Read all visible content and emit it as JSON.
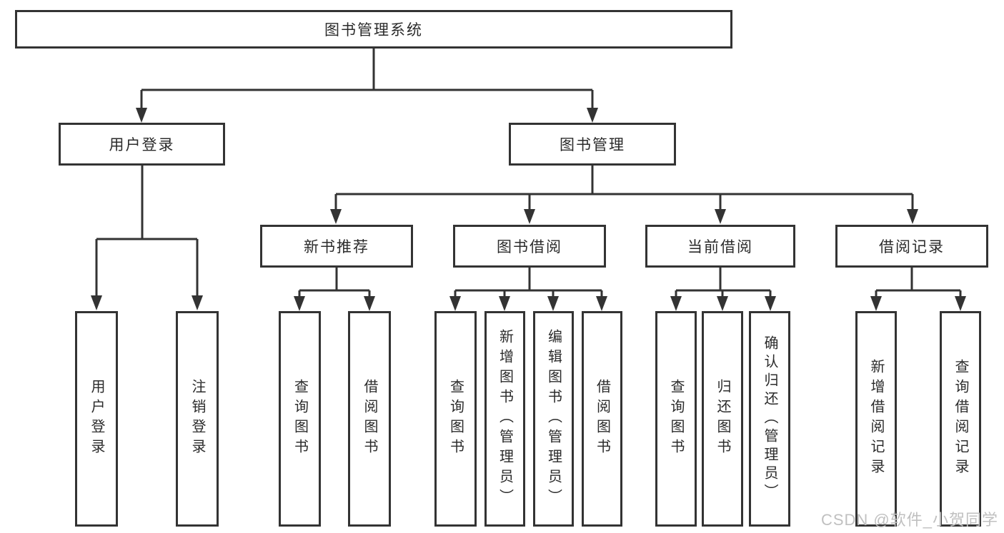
{
  "diagram": {
    "title": "图书管理系统",
    "nodes": {
      "root": "图书管理系统",
      "l2_user_login": "用户登录",
      "l2_book_mgmt": "图书管理",
      "l3_new_book": "新书推荐",
      "l3_borrow": "图书借阅",
      "l3_current": "当前借阅",
      "l3_records": "借阅记录",
      "leaf_login": "用户登录",
      "leaf_logout": "注销登录",
      "leaf_nb_query": "查询图书",
      "leaf_nb_borrow": "借阅图书",
      "leaf_bw_query": "查询图书",
      "leaf_bw_add": "新增图书（管理员）",
      "leaf_bw_edit": "编辑图书（管理员）",
      "leaf_bw_borrow": "借阅图书",
      "leaf_cur_query": "查询图书",
      "leaf_cur_return": "归还图书",
      "leaf_cur_confirm": "确认归还（管理员）",
      "leaf_rec_add": "新增借阅记录",
      "leaf_rec_query": "查询借阅记录"
    },
    "hierarchy": {
      "图书管理系统": {
        "用户登录": [
          "用户登录",
          "注销登录"
        ],
        "图书管理": {
          "新书推荐": [
            "查询图书",
            "借阅图书"
          ],
          "图书借阅": [
            "查询图书",
            "新增图书（管理员）",
            "编辑图书（管理员）",
            "借阅图书"
          ],
          "当前借阅": [
            "查询图书",
            "归还图书",
            "确认归还（管理员）"
          ],
          "借阅记录": [
            "新增借阅记录",
            "查询借阅记录"
          ]
        }
      }
    },
    "colors": {
      "line": "#333333",
      "box_fill": "#ffffff",
      "text": "#2b2b2b",
      "watermark": "#c0c0c0"
    }
  },
  "watermark": "CSDN @软件_小贺同学"
}
